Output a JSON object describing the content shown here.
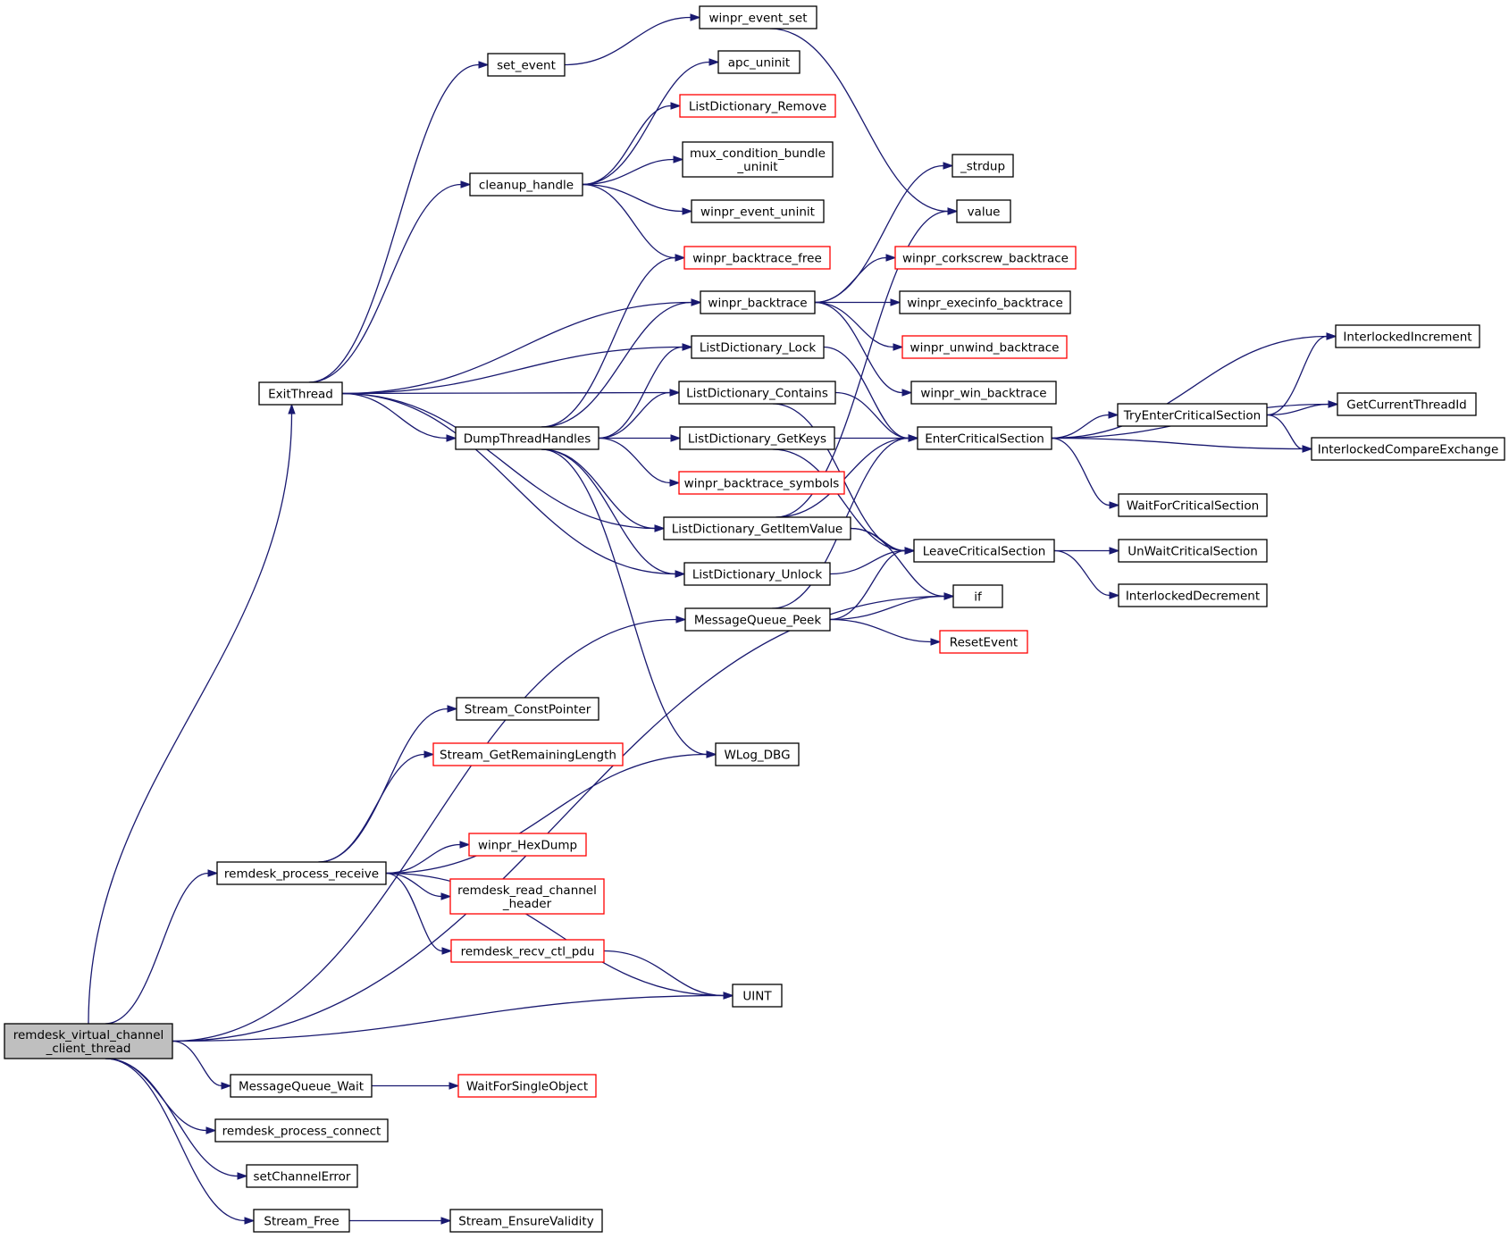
{
  "graph": {
    "colors": {
      "edge": "#191970",
      "root_fill": "#bfbfbf",
      "node_border": "#000000",
      "link_border": "#ff0000"
    },
    "nodes": [
      {
        "id": "root",
        "lines": [
          "remdesk_virtual_channel",
          "_client_thread"
        ],
        "style": "root"
      },
      {
        "id": "ExitThread",
        "lines": [
          "ExitThread"
        ],
        "style": "normal"
      },
      {
        "id": "set_event",
        "lines": [
          "set_event"
        ],
        "style": "normal"
      },
      {
        "id": "winpr_event_set",
        "lines": [
          "winpr_event_set"
        ],
        "style": "normal"
      },
      {
        "id": "apc_uninit",
        "lines": [
          "apc_uninit"
        ],
        "style": "normal"
      },
      {
        "id": "ListDictionary_Remove",
        "lines": [
          "ListDictionary_Remove"
        ],
        "style": "red"
      },
      {
        "id": "cleanup_handle",
        "lines": [
          "cleanup_handle"
        ],
        "style": "normal"
      },
      {
        "id": "mux_condition",
        "lines": [
          "mux_condition_bundle",
          "_uninit"
        ],
        "style": "normal"
      },
      {
        "id": "winpr_event_uninit",
        "lines": [
          "winpr_event_uninit"
        ],
        "style": "normal"
      },
      {
        "id": "winpr_backtrace_free",
        "lines": [
          "winpr_backtrace_free"
        ],
        "style": "red"
      },
      {
        "id": "winpr_backtrace",
        "lines": [
          "winpr_backtrace"
        ],
        "style": "normal"
      },
      {
        "id": "_strdup",
        "lines": [
          "_strdup"
        ],
        "style": "normal"
      },
      {
        "id": "value",
        "lines": [
          "value"
        ],
        "style": "normal"
      },
      {
        "id": "corkscrew",
        "lines": [
          "winpr_corkscrew_backtrace"
        ],
        "style": "red"
      },
      {
        "id": "execinfo",
        "lines": [
          "winpr_execinfo_backtrace"
        ],
        "style": "normal"
      },
      {
        "id": "unwind",
        "lines": [
          "winpr_unwind_backtrace"
        ],
        "style": "red"
      },
      {
        "id": "win_backtrace",
        "lines": [
          "winpr_win_backtrace"
        ],
        "style": "normal"
      },
      {
        "id": "LD_Lock",
        "lines": [
          "ListDictionary_Lock"
        ],
        "style": "normal"
      },
      {
        "id": "LD_Contains",
        "lines": [
          "ListDictionary_Contains"
        ],
        "style": "normal"
      },
      {
        "id": "DumpThreadHandles",
        "lines": [
          "DumpThreadHandles"
        ],
        "style": "normal"
      },
      {
        "id": "LD_GetKeys",
        "lines": [
          "ListDictionary_GetKeys"
        ],
        "style": "normal"
      },
      {
        "id": "bt_symbols",
        "lines": [
          "winpr_backtrace_symbols"
        ],
        "style": "red"
      },
      {
        "id": "LD_GetItemValue",
        "lines": [
          "ListDictionary_GetItemValue"
        ],
        "style": "normal"
      },
      {
        "id": "LD_Unlock",
        "lines": [
          "ListDictionary_Unlock"
        ],
        "style": "normal"
      },
      {
        "id": "MQ_Peek",
        "lines": [
          "MessageQueue_Peek"
        ],
        "style": "normal"
      },
      {
        "id": "EnterCS",
        "lines": [
          "EnterCriticalSection"
        ],
        "style": "normal"
      },
      {
        "id": "LeaveCS",
        "lines": [
          "LeaveCriticalSection"
        ],
        "style": "normal"
      },
      {
        "id": "if",
        "lines": [
          "if"
        ],
        "style": "normal"
      },
      {
        "id": "ResetEvent",
        "lines": [
          "ResetEvent"
        ],
        "style": "red"
      },
      {
        "id": "TryEnterCS",
        "lines": [
          "TryEnterCriticalSection"
        ],
        "style": "normal"
      },
      {
        "id": "WaitForCS",
        "lines": [
          "WaitForCriticalSection"
        ],
        "style": "normal"
      },
      {
        "id": "UnWaitCS",
        "lines": [
          "UnWaitCriticalSection"
        ],
        "style": "normal"
      },
      {
        "id": "InterlockedDecrement",
        "lines": [
          "InterlockedDecrement"
        ],
        "style": "normal"
      },
      {
        "id": "InterlockedIncrement",
        "lines": [
          "InterlockedIncrement"
        ],
        "style": "normal"
      },
      {
        "id": "GetCurrentThreadId",
        "lines": [
          "GetCurrentThreadId"
        ],
        "style": "normal"
      },
      {
        "id": "InterlockedCompareExchange",
        "lines": [
          "InterlockedCompareExchange"
        ],
        "style": "normal"
      },
      {
        "id": "Stream_ConstPointer",
        "lines": [
          "Stream_ConstPointer"
        ],
        "style": "normal"
      },
      {
        "id": "Stream_GetRemainingLength",
        "lines": [
          "Stream_GetRemainingLength"
        ],
        "style": "red"
      },
      {
        "id": "WLog_DBG",
        "lines": [
          "WLog_DBG"
        ],
        "style": "normal"
      },
      {
        "id": "winpr_HexDump",
        "lines": [
          "winpr_HexDump"
        ],
        "style": "red"
      },
      {
        "id": "remdesk_process_receive",
        "lines": [
          "remdesk_process_receive"
        ],
        "style": "normal"
      },
      {
        "id": "remdesk_read_channel_header",
        "lines": [
          "remdesk_read_channel",
          "_header"
        ],
        "style": "red"
      },
      {
        "id": "remdesk_recv_ctl_pdu",
        "lines": [
          "remdesk_recv_ctl_pdu"
        ],
        "style": "red"
      },
      {
        "id": "UINT",
        "lines": [
          "UINT"
        ],
        "style": "normal"
      },
      {
        "id": "MQ_Wait",
        "lines": [
          "MessageQueue_Wait"
        ],
        "style": "normal"
      },
      {
        "id": "WaitForSingleObject",
        "lines": [
          "WaitForSingleObject"
        ],
        "style": "red"
      },
      {
        "id": "remdesk_process_connect",
        "lines": [
          "remdesk_process_connect"
        ],
        "style": "normal"
      },
      {
        "id": "setChannelError",
        "lines": [
          "setChannelError"
        ],
        "style": "normal"
      },
      {
        "id": "Stream_Free",
        "lines": [
          "Stream_Free"
        ],
        "style": "normal"
      },
      {
        "id": "Stream_EnsureValidity",
        "lines": [
          "Stream_EnsureValidity"
        ],
        "style": "normal"
      }
    ],
    "edges": [
      [
        "root",
        "ExitThread"
      ],
      [
        "root",
        "MQ_Peek"
      ],
      [
        "root",
        "if"
      ],
      [
        "root",
        "remdesk_process_receive"
      ],
      [
        "root",
        "UINT"
      ],
      [
        "root",
        "MQ_Wait"
      ],
      [
        "root",
        "remdesk_process_connect"
      ],
      [
        "root",
        "setChannelError"
      ],
      [
        "root",
        "Stream_Free"
      ],
      [
        "ExitThread",
        "set_event"
      ],
      [
        "ExitThread",
        "cleanup_handle"
      ],
      [
        "ExitThread",
        "winpr_backtrace"
      ],
      [
        "ExitThread",
        "LD_Lock"
      ],
      [
        "ExitThread",
        "LD_Contains"
      ],
      [
        "ExitThread",
        "DumpThreadHandles"
      ],
      [
        "ExitThread",
        "LD_GetItemValue"
      ],
      [
        "ExitThread",
        "LD_Unlock"
      ],
      [
        "set_event",
        "winpr_event_set"
      ],
      [
        "winpr_event_set",
        "value"
      ],
      [
        "cleanup_handle",
        "apc_uninit"
      ],
      [
        "cleanup_handle",
        "ListDictionary_Remove"
      ],
      [
        "cleanup_handle",
        "mux_condition"
      ],
      [
        "cleanup_handle",
        "winpr_event_uninit"
      ],
      [
        "cleanup_handle",
        "winpr_backtrace_free"
      ],
      [
        "DumpThreadHandles",
        "winpr_backtrace_free"
      ],
      [
        "DumpThreadHandles",
        "winpr_backtrace"
      ],
      [
        "DumpThreadHandles",
        "LD_Lock"
      ],
      [
        "DumpThreadHandles",
        "LD_Contains"
      ],
      [
        "DumpThreadHandles",
        "LD_GetKeys"
      ],
      [
        "DumpThreadHandles",
        "bt_symbols"
      ],
      [
        "DumpThreadHandles",
        "LD_GetItemValue"
      ],
      [
        "DumpThreadHandles",
        "LD_Unlock"
      ],
      [
        "DumpThreadHandles",
        "WLog_DBG"
      ],
      [
        "winpr_backtrace",
        "_strdup"
      ],
      [
        "winpr_backtrace",
        "corkscrew"
      ],
      [
        "winpr_backtrace",
        "execinfo"
      ],
      [
        "winpr_backtrace",
        "unwind"
      ],
      [
        "winpr_backtrace",
        "win_backtrace"
      ],
      [
        "LD_Lock",
        "EnterCS"
      ],
      [
        "LD_Contains",
        "EnterCS"
      ],
      [
        "LD_Contains",
        "LeaveCS"
      ],
      [
        "LD_GetKeys",
        "EnterCS"
      ],
      [
        "LD_GetKeys",
        "LeaveCS"
      ],
      [
        "LD_GetItemValue",
        "value"
      ],
      [
        "LD_GetItemValue",
        "EnterCS"
      ],
      [
        "LD_GetItemValue",
        "LeaveCS"
      ],
      [
        "LD_GetItemValue",
        "if"
      ],
      [
        "LD_Unlock",
        "LeaveCS"
      ],
      [
        "MQ_Peek",
        "EnterCS"
      ],
      [
        "MQ_Peek",
        "LeaveCS"
      ],
      [
        "MQ_Peek",
        "if"
      ],
      [
        "MQ_Peek",
        "ResetEvent"
      ],
      [
        "EnterCS",
        "InterlockedIncrement"
      ],
      [
        "EnterCS",
        "GetCurrentThreadId"
      ],
      [
        "EnterCS",
        "TryEnterCS"
      ],
      [
        "EnterCS",
        "InterlockedCompareExchange"
      ],
      [
        "EnterCS",
        "WaitForCS"
      ],
      [
        "TryEnterCS",
        "InterlockedIncrement"
      ],
      [
        "TryEnterCS",
        "GetCurrentThreadId"
      ],
      [
        "TryEnterCS",
        "InterlockedCompareExchange"
      ],
      [
        "LeaveCS",
        "UnWaitCS"
      ],
      [
        "LeaveCS",
        "InterlockedDecrement"
      ],
      [
        "remdesk_process_receive",
        "Stream_ConstPointer"
      ],
      [
        "remdesk_process_receive",
        "Stream_GetRemainingLength"
      ],
      [
        "remdesk_process_receive",
        "WLog_DBG"
      ],
      [
        "remdesk_process_receive",
        "winpr_HexDump"
      ],
      [
        "remdesk_process_receive",
        "remdesk_read_channel_header"
      ],
      [
        "remdesk_process_receive",
        "remdesk_recv_ctl_pdu"
      ],
      [
        "remdesk_process_receive",
        "UINT"
      ],
      [
        "remdesk_recv_ctl_pdu",
        "UINT"
      ],
      [
        "MQ_Wait",
        "WaitForSingleObject"
      ],
      [
        "Stream_Free",
        "Stream_EnsureValidity"
      ]
    ]
  }
}
